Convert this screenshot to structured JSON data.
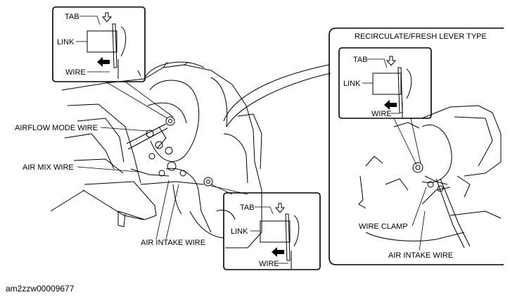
{
  "labels": {
    "callout_tab": "TAB",
    "callout_link": "LINK",
    "callout_wire": "WIRE",
    "airflow_mode_wire": "AIRFLOW MODE WIRE",
    "air_mix_wire": "AIR MIX WIRE",
    "air_intake_wire": "AIR INTAKE WIRE",
    "lever_type_title": "RECIRCULATE/FRESH LEVER TYPE",
    "wire_clamp": "WIRE CLAMP",
    "air_intake_wire_inset": "AIR INTAKE WIRE"
  },
  "caption": "am2zzw00009677"
}
